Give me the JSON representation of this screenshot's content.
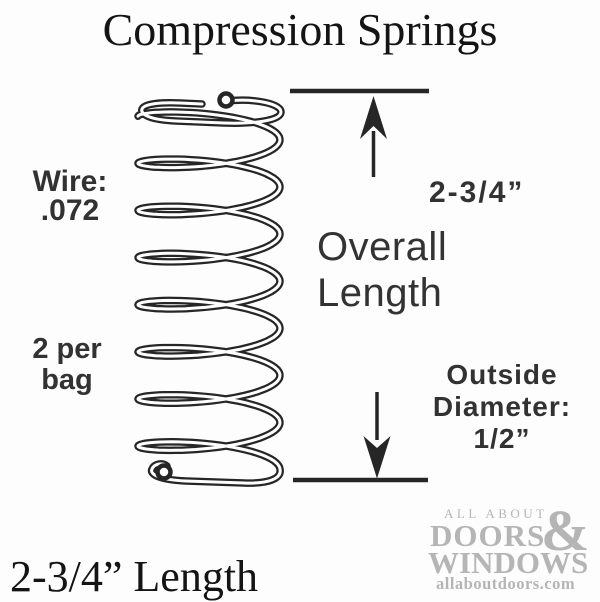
{
  "title": "Compression Springs",
  "spring_labels": {
    "wire_line1": "Wire:",
    "wire_line2": ".072",
    "bag_line1": "2 per",
    "bag_line2": "bag"
  },
  "dimensions": {
    "overall_value": "2-3/4”",
    "overall_line1": "Overall",
    "overall_line2": "Length",
    "outside_line1": "Outside",
    "outside_line2": "Diameter:",
    "outside_line3": "1/2”"
  },
  "caption": "2-3/4” Length",
  "logo": {
    "tagline": "ALL ABOUT",
    "word1": "DOORS",
    "ampersand": "&",
    "word2": "WINDOWS",
    "website": "allaboutdoors.com"
  },
  "icons": {
    "spring": "compression-spring-illustration",
    "arrow_up": "arrow-up-icon",
    "arrow_down": "arrow-down-icon"
  },
  "colors": {
    "ink": "#262626",
    "label": "#323232",
    "logo": "#b5b5b5",
    "background": "#fdfdfd"
  }
}
